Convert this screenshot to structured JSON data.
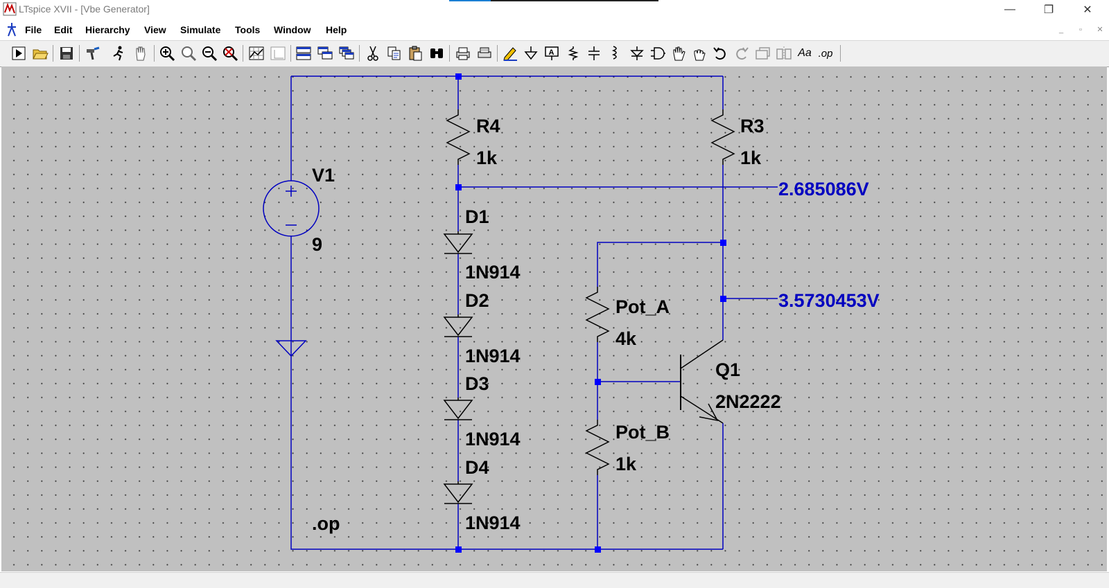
{
  "window": {
    "title": "LTspice XVII - [Vbe Generator]",
    "controls": {
      "minimize": "—",
      "maximize": "❐",
      "close": "✕"
    }
  },
  "menu": {
    "items": [
      "File",
      "Edit",
      "Hierarchy",
      "View",
      "Simulate",
      "Tools",
      "Window",
      "Help"
    ],
    "mdi_controls": {
      "minimize": "_",
      "restore": "▫",
      "close": "✕"
    }
  },
  "toolbar": {
    "font_button_label": "Aa",
    "spice_directive_label": ".op"
  },
  "schematic": {
    "components": {
      "v1": {
        "name": "V1",
        "value": "9"
      },
      "r4": {
        "name": "R4",
        "value": "1k"
      },
      "r3": {
        "name": "R3",
        "value": "1k"
      },
      "d1": {
        "name": "D1",
        "model": "1N914"
      },
      "d2": {
        "name": "D2",
        "model": "1N914"
      },
      "d3": {
        "name": "D3",
        "model": "1N914"
      },
      "d4": {
        "name": "D4",
        "model": "1N914"
      },
      "pot_a": {
        "name": "Pot_A",
        "value": "4k"
      },
      "pot_b": {
        "name": "Pot_B",
        "value": "1k"
      },
      "q1": {
        "name": "Q1",
        "model": "2N2222"
      }
    },
    "directive": ".op",
    "node_voltages": {
      "diode_stack_top": "2.685086V",
      "collector": "3.5730453V"
    },
    "colors": {
      "wire": "#0000c0",
      "junction": "#0000ff",
      "canvas": "#c0c0c0",
      "voltage_label": "#0000c0"
    }
  }
}
